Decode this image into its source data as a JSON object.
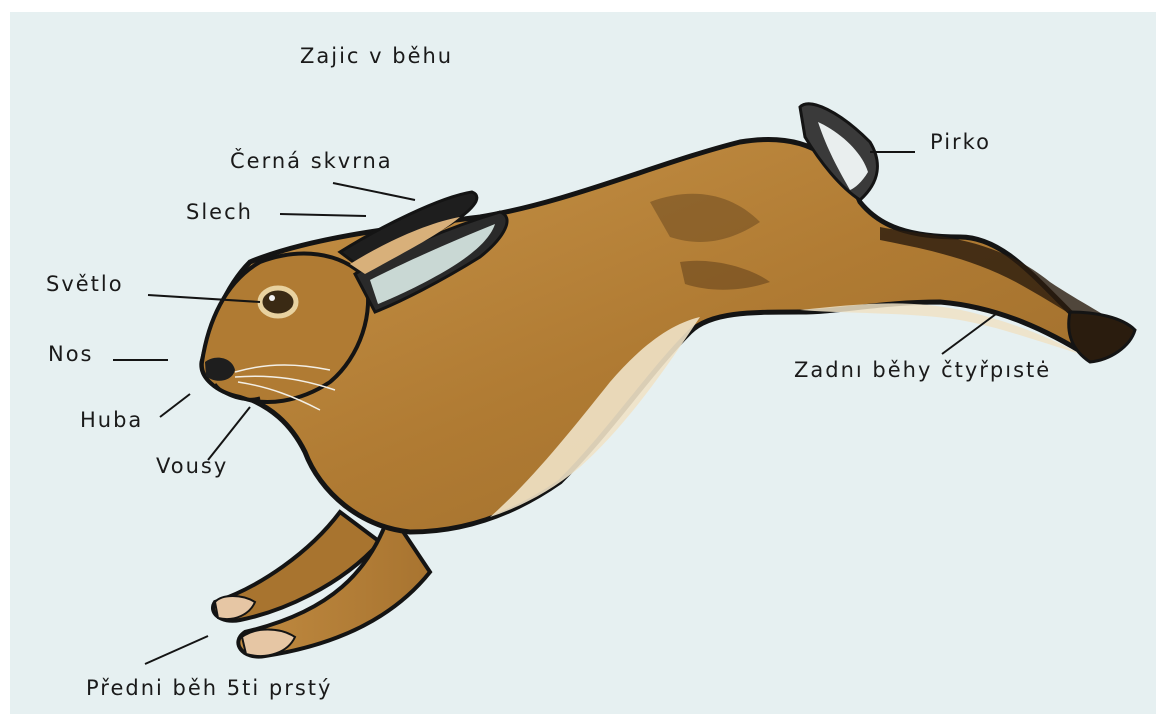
{
  "title": "Zajic v běhu",
  "labels": {
    "cerna_skvrna": "Černá skvrna",
    "slech": "Slech",
    "svetlo": "Světlo",
    "nos": "Nos",
    "huba": "Huba",
    "vousy": "Vousy",
    "pirko": "Pirko",
    "zadni_behy": "Zadnı běhy čtyřpıstė",
    "predni_beh": "Předni běh 5ti prstý"
  },
  "colors": {
    "background": "#e6f0f1",
    "fur": "#b8853c",
    "fur_dark": "#6e4a20",
    "belly": "#efe2c6",
    "outline": "#141414"
  }
}
